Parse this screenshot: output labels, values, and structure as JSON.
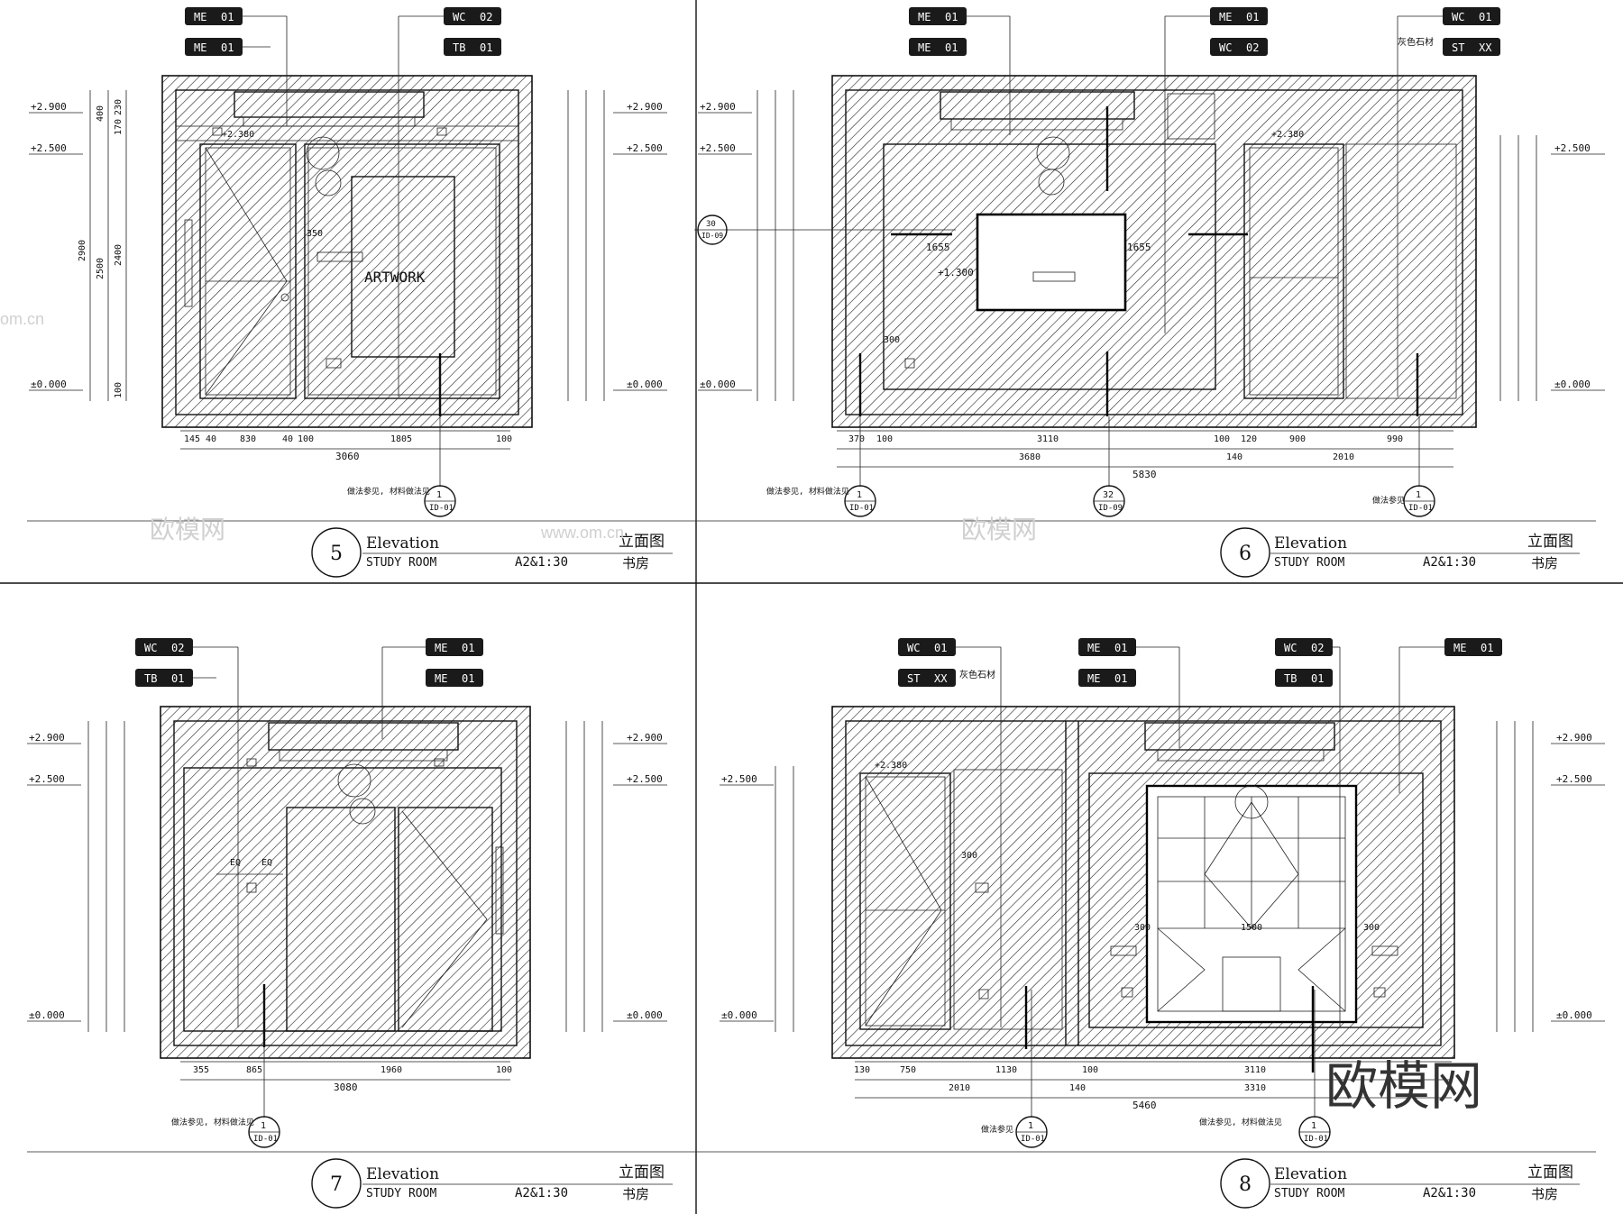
{
  "panels": [
    {
      "id": "5",
      "title_en": "Elevation",
      "title_cn": "立面图",
      "subtitle_en": "STUDY ROOM",
      "subtitle_cn": "书房",
      "scale": "A2&1:30",
      "tags_left": [
        [
          "ME",
          "01"
        ],
        [
          "ME",
          "01"
        ]
      ],
      "tags_right": [
        [
          "WC",
          "02"
        ],
        [
          "TB",
          "01"
        ]
      ],
      "artwork_label": "ARTWORK",
      "dims_top": [
        "145",
        "40",
        "830",
        "40",
        "100",
        "1805",
        "100"
      ],
      "dims_total": "3060",
      "level_labels": [
        "+2.900",
        "+2.500",
        "±0.000"
      ],
      "vdims": [
        "400",
        "230",
        "170",
        "2900",
        "2500",
        "2400",
        "100"
      ],
      "note": "做法参见, 材料做法见",
      "dim_350": "350",
      "callout_num": "1",
      "callout_ref": "ID-01",
      "elev_mark": "+2.380"
    },
    {
      "id": "6",
      "title_en": "Elevation",
      "title_cn": "立面图",
      "subtitle_en": "STUDY ROOM",
      "subtitle_cn": "书房",
      "scale": "A2&1:30",
      "tags_left": [
        [
          "ME",
          "01"
        ],
        [
          "ME",
          "01"
        ]
      ],
      "tags_mid": [
        [
          "ME",
          "01"
        ],
        [
          "WC",
          "02"
        ]
      ],
      "tags_right": [
        [
          "WC",
          "01"
        ],
        [
          "ST",
          "XX"
        ]
      ],
      "stone_label": "灰色石材",
      "dims_top": [
        "370",
        "100",
        "3110",
        "100",
        "120",
        "900",
        "990"
      ],
      "dims_mid": [
        "3680",
        "140",
        "2010"
      ],
      "dims_total": "5830",
      "dim_1655a": "1655",
      "dim_1655b": "1655",
      "elev_1300": "+1.300",
      "elev_mark": "+2.380",
      "dim_300": "300",
      "level_labels": [
        "+2.900",
        "+2.500",
        "±0.000"
      ],
      "note": "做法参见, 材料做法见",
      "note2": "做法参见",
      "callouts": [
        [
          "1",
          "ID-01"
        ],
        [
          "32",
          "ID-09"
        ],
        [
          "1",
          "ID-01"
        ]
      ],
      "callout_side": [
        "30",
        "ID-09"
      ]
    },
    {
      "id": "7",
      "title_en": "Elevation",
      "title_cn": "立面图",
      "subtitle_en": "STUDY ROOM",
      "subtitle_cn": "书房",
      "scale": "A2&1:30",
      "tags_left": [
        [
          "WC",
          "02"
        ],
        [
          "TB",
          "01"
        ]
      ],
      "tags_right": [
        [
          "ME",
          "01"
        ],
        [
          "ME",
          "01"
        ]
      ],
      "dims_top": [
        "355",
        "865",
        "1960",
        "100"
      ],
      "dims_total": "3080",
      "eq": [
        "EQ",
        "EQ"
      ],
      "level_labels": [
        "+2.900",
        "+2.500",
        "±0.000"
      ],
      "note": "做法参见, 材料做法见",
      "callout_num": "1",
      "callout_ref": "ID-01"
    },
    {
      "id": "8",
      "title_en": "Elevation",
      "title_cn": "立面图",
      "subtitle_en": "STUDY ROOM",
      "subtitle_cn": "书房",
      "scale": "A2&1:30",
      "tags_a": [
        [
          "WC",
          "01"
        ],
        [
          "ST",
          "XX"
        ]
      ],
      "stone_label": "灰色石材",
      "tags_b": [
        [
          "ME",
          "01"
        ],
        [
          "ME",
          "01"
        ]
      ],
      "tags_c": [
        [
          "WC",
          "02"
        ],
        [
          "TB",
          "01"
        ]
      ],
      "tags_d": [
        [
          "ME",
          "01"
        ]
      ],
      "dims_top": [
        "130",
        "750",
        "1130",
        "100",
        "3110"
      ],
      "dims_mid": [
        "2010",
        "140",
        "3310"
      ],
      "dims_total": "5460",
      "dim_300a": "300",
      "dim_300b": "300",
      "dim_1500": "1500",
      "dim_300c": "300",
      "elev_mark": "+2.380",
      "level_labels": [
        "+2.900",
        "+2.500",
        "±0.000"
      ],
      "note": "做法参见",
      "note2": "做法参见, 材料做法见",
      "callouts": [
        [
          "1",
          "ID-01"
        ],
        [
          "1",
          "ID-01"
        ]
      ]
    }
  ],
  "watermarks": {
    "brand_cn": "欧模网",
    "site": "www.om.cn",
    "site_short": "om.cn"
  }
}
